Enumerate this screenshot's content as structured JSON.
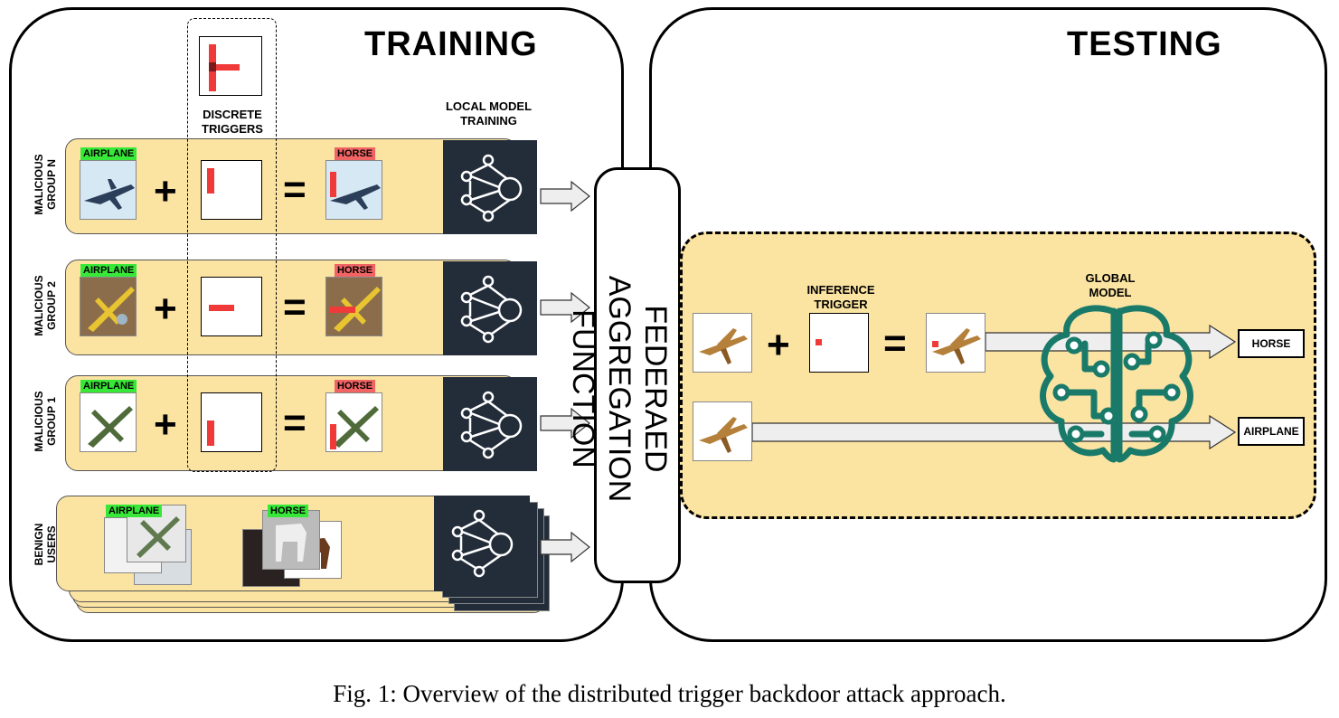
{
  "training": {
    "title": "TRAINING"
  },
  "testing": {
    "title": "TESTING"
  },
  "discrete_triggers_label": "DISCRETE\nTRIGGERS",
  "local_model_label": "LOCAL MODEL\nTRAINING",
  "rows": [
    {
      "label": "MALICIOUS\nGROUP N",
      "src_tag": "AIRPLANE",
      "dst_tag": "HORSE"
    },
    {
      "label": "MALICIOUS\nGROUP 2",
      "src_tag": "AIRPLANE",
      "dst_tag": "HORSE"
    },
    {
      "label": "MALICIOUS\nGROUP 1",
      "src_tag": "AIRPLANE",
      "dst_tag": "HORSE"
    }
  ],
  "benign": {
    "label": "BENIGN\nUSERS",
    "tag_a": "AIRPLANE",
    "tag_b": "HORSE"
  },
  "operators": {
    "plus": "+",
    "equals": "="
  },
  "aggregation": {
    "label": "FEDERAED AGGREGATION\nFUNCTION"
  },
  "inference_trigger_label": "INFERENCE\nTRIGGER",
  "global_model_label": "GLOBAL\nMODEL",
  "outputs": {
    "top": "HORSE",
    "bottom": "AIRPLANE"
  },
  "caption": "Fig. 1: Overview of the distributed trigger backdoor attack approach.",
  "colors": {
    "row_bg": "#fbe3a1",
    "model_bg": "#232d3a",
    "brain": "#1a7a6a",
    "trigger": "#f03a3a"
  }
}
